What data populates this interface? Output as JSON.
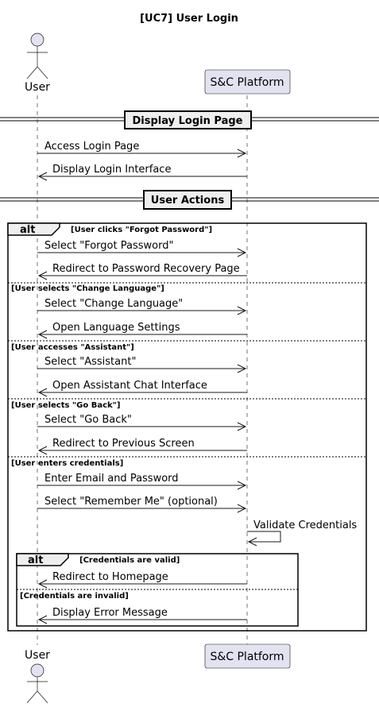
{
  "title": "[UC7] User Login",
  "participants": {
    "user": "User",
    "platform": "S&C Platform"
  },
  "dividers": {
    "display_login_page": "Display Login Page",
    "user_actions": "User Actions"
  },
  "frames": {
    "outer": {
      "keyword": "alt",
      "sections": [
        "[User clicks \"Forgot Password\"]",
        "[User selects \"Change Language\"]",
        "[User accesses \"Assistant\"]",
        "[User selects \"Go Back\"]",
        "[User enters credentials]"
      ]
    },
    "inner": {
      "keyword": "alt",
      "sections": [
        "[Credentials are valid]",
        "[Credentials are invalid]"
      ]
    }
  },
  "messages": {
    "access_login_page": "Access Login Page",
    "display_login_interface": "Display Login Interface",
    "select_forgot_password": "Select \"Forgot Password\"",
    "redirect_password_recovery": "Redirect to Password Recovery Page",
    "select_change_language": "Select \"Change Language\"",
    "open_language_settings": "Open Language Settings",
    "select_assistant": "Select \"Assistant\"",
    "open_assistant_chat": "Open Assistant Chat Interface",
    "select_go_back": "Select \"Go Back\"",
    "redirect_previous_screen": "Redirect to Previous Screen",
    "enter_email_password": "Enter Email and Password",
    "select_remember_me": "Select \"Remember Me\" (optional)",
    "validate_credentials": "Validate Credentials",
    "redirect_homepage": "Redirect to Homepage",
    "display_error_message": "Display Error Message"
  }
}
